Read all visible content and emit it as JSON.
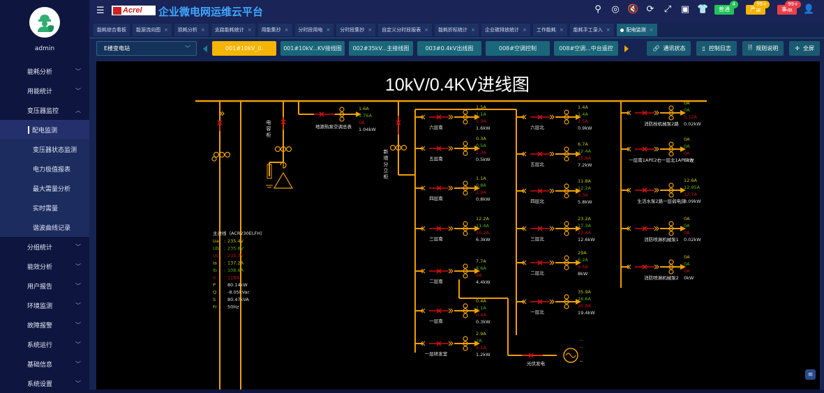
{
  "user": {
    "name": "admin",
    "avatar_icon": "engineer-avatar-icon"
  },
  "sidebar": {
    "items": [
      {
        "label": "能耗分析",
        "expanded": false
      },
      {
        "label": "用能统计",
        "expanded": false
      },
      {
        "label": "变压器监控",
        "expanded": true,
        "children": [
          {
            "label": "配电监测",
            "active": true
          },
          {
            "label": "变压器状态监测"
          },
          {
            "label": "电力极值报表"
          },
          {
            "label": "最大需量分析"
          },
          {
            "label": "实时需量"
          },
          {
            "label": "谐波曲线记录"
          }
        ]
      },
      {
        "label": "分组统计",
        "expanded": false
      },
      {
        "label": "能效分析",
        "expanded": false
      },
      {
        "label": "用户报告",
        "expanded": false
      },
      {
        "label": "环境监测",
        "expanded": false
      },
      {
        "label": "故障报警",
        "expanded": false
      },
      {
        "label": "系统运行",
        "expanded": false
      },
      {
        "label": "基础信息",
        "expanded": false
      },
      {
        "label": "系统设置",
        "expanded": false
      }
    ]
  },
  "header": {
    "logo_text": "Acrel",
    "title": "企业微电网运维云平台",
    "alarms": [
      {
        "label": "普通",
        "count": "4",
        "color": "#22c35a"
      },
      {
        "label": "严重",
        "count": "99+",
        "color": "#f5b400"
      },
      {
        "label": "事故",
        "count": "99+",
        "color": "#e8404a"
      }
    ]
  },
  "tabs": [
    {
      "label": "能耗综合看板",
      "closable": false
    },
    {
      "label": "能源流向图",
      "closable": true
    },
    {
      "label": "损耗分析",
      "closable": true
    },
    {
      "label": "支路能耗统计",
      "closable": true
    },
    {
      "label": "用能集抄",
      "closable": true
    },
    {
      "label": "分时段用电",
      "closable": true
    },
    {
      "label": "分时段集抄",
      "closable": true
    },
    {
      "label": "自定义分时段报表",
      "closable": true
    },
    {
      "label": "能耗折标统计",
      "closable": true
    },
    {
      "label": "企业碳排放统计",
      "closable": true
    },
    {
      "label": "工作能耗",
      "closable": true
    },
    {
      "label": "能耗手工录入",
      "closable": true
    },
    {
      "label": "配电监测",
      "closable": true,
      "active": true
    }
  ],
  "toolbar": {
    "station": "E楼变电站",
    "pages": [
      {
        "label": "001#10kV_0.",
        "active": true
      },
      {
        "label": "001#10kV...KV接线图"
      },
      {
        "label": "002#35kV...主接线图"
      },
      {
        "label": "003#0.4kV出线图"
      },
      {
        "label": "008#空调控制"
      },
      {
        "label": "008#空调...中台遥控"
      }
    ],
    "actions": [
      {
        "label": "通讯状态",
        "icon": "link-icon"
      },
      {
        "label": "控制日志",
        "icon": "log-icon"
      },
      {
        "label": "规则说明",
        "icon": "document-icon"
      },
      {
        "label": "全屏",
        "icon": "fullscreen-icon"
      }
    ]
  },
  "diagram": {
    "title": "10kV/0.4KV进线图",
    "colors": {
      "ia": "#c8c800",
      "ib": "#5cb800",
      "ic": "#d01010",
      "p": "#e0e0e0",
      "line": "#f0a000",
      "breaker": "#d01010"
    },
    "labels": {
      "capacitor_cabinet": "电容柜",
      "new_branch_cabinet": "新增分立柜",
      "pv": "光伏发电"
    },
    "main_meter": {
      "title": "主进线（ACR230ELFH）",
      "rows": [
        {
          "k": "Ua",
          "v": "235.4V",
          "c": "ia"
        },
        {
          "k": "Ub",
          "v": "235.6V",
          "c": "ib"
        },
        {
          "k": "Uc",
          "v": "235.7V",
          "c": "ic"
        },
        {
          "k": "Ia",
          "v": "137.2A",
          "c": "ia"
        },
        {
          "k": "Ib",
          "v": "108.6A",
          "c": "ib"
        },
        {
          "k": "Ic",
          "v": "118A",
          "c": "ic"
        },
        {
          "k": "P",
          "v": "80.14kW",
          "c": "p"
        },
        {
          "k": "Q",
          "v": "-8.05kVar",
          "c": "p"
        },
        {
          "k": "S",
          "v": "80.47kVA",
          "c": "p"
        },
        {
          "k": "Fr",
          "v": "50Hz",
          "c": "p"
        }
      ]
    },
    "top_feeder": {
      "name": "地源热泵空调总表",
      "ia": "1.6A",
      "ib": "1.76A",
      "ic": "0A",
      "p": "1.04kW"
    },
    "south_feeders": [
      {
        "name": "六层南",
        "ia": "1.5A",
        "ib": "1.1A",
        "ic": "5.3A",
        "p": "1.6kW"
      },
      {
        "name": "五层南",
        "ia": "0.3A",
        "ib": "0.5A",
        "ic": "2.3A",
        "p": "0.5kW"
      },
      {
        "name": "四层南",
        "ia": "1.1A",
        "ib": "0.8A",
        "ic": "2.9A",
        "p": "0.8kW"
      },
      {
        "name": "三层南",
        "ia": "12.2A",
        "ib": "11.4A",
        "ic": "10.2A",
        "p": "6.3kW"
      },
      {
        "name": "二层南",
        "ia": "7.7A",
        "ib": "8.6A",
        "ic": "9A",
        "p": "4.4kW"
      },
      {
        "name": "一层南",
        "ia": "0.4A",
        "ib": "1.1A",
        "ic": "0.4A",
        "p": "0.3kW"
      },
      {
        "name": "一层研发室",
        "ia": "2.9A",
        "ib": "2A",
        "ic": "5.1A",
        "p": "1.2kW"
      }
    ],
    "north_feeders": [
      {
        "name": "六层北",
        "ia": "1.4A",
        "ib": "1.4A",
        "ic": "1.5A",
        "p": "0.9kW"
      },
      {
        "name": "五层北",
        "ia": "6.7A",
        "ib": "12.4A",
        "ic": "15.8A",
        "p": "7.2kW"
      },
      {
        "name": "四层北",
        "ia": "11.8A",
        "ib": "12.2A",
        "ic": "5.3A",
        "p": "5.8kW"
      },
      {
        "name": "三层北",
        "ia": "23.2A",
        "ib": "17.3A",
        "ic": "23.4A",
        "p": "12.6kW"
      },
      {
        "name": "二层北",
        "ia": "29A",
        "ib": "6.2A",
        "ic": "9.5A",
        "p": "8kW"
      },
      {
        "name": "一层北",
        "ia": "35.9A",
        "ib": "26.6A",
        "ic": "20.8A",
        "p": "19.4kW"
      }
    ],
    "right_feeders": [
      {
        "name": "消防栓机械泵2路",
        "ia": "0A",
        "ib": "0A",
        "ic": "0.12A",
        "p": "0.02kW"
      },
      {
        "name": "一层南1APE2右一层北1APE1左",
        "ia": "0A",
        "ib": "0A",
        "ic": "0A",
        "p": "0kW"
      },
      {
        "name": "生活水泵2路一层弱电房",
        "ia": "12.6A",
        "ib": "12.95A",
        "ic": "12.7A",
        "p": "8.09kW"
      },
      {
        "name": "消防喷淋机械泵1",
        "ia": "0A",
        "ib": "0A",
        "ic": "0A",
        "p": "0.02kW"
      },
      {
        "name": "消防喷淋机械泵2",
        "ia": "0A",
        "ib": "0A",
        "ic": "0A",
        "p": "0kW"
      }
    ],
    "pv_values": [
      "--",
      "--",
      "--",
      "--"
    ]
  }
}
